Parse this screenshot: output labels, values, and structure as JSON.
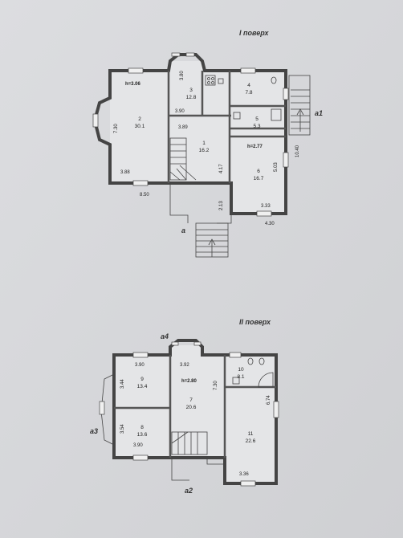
{
  "floors": [
    {
      "title": "I поверх",
      "height": "h=3.06",
      "height2": "h=2.77",
      "rooms": [
        {
          "num": "1",
          "area": "16.2"
        },
        {
          "num": "2",
          "area": "30.1"
        },
        {
          "num": "3",
          "area": "12.8"
        },
        {
          "num": "4",
          "area": "7.8"
        },
        {
          "num": "5",
          "area": "5.3"
        },
        {
          "num": "6",
          "area": "16.7"
        }
      ],
      "dims": [
        "3.80",
        "7.30",
        "3.90",
        "3.89",
        "3.88",
        "8.50",
        "4.17",
        "2.13",
        "5.03",
        "3.33",
        "4.30",
        "10.40"
      ],
      "entrances": [
        "a",
        "a1"
      ]
    },
    {
      "title": "II поверх",
      "height": "h=2.80",
      "rooms": [
        {
          "num": "7",
          "area": "20.6"
        },
        {
          "num": "8",
          "area": "13.6"
        },
        {
          "num": "9",
          "area": "13.4"
        },
        {
          "num": "10",
          "area": "8.1"
        },
        {
          "num": "11",
          "area": "22.6"
        }
      ],
      "dims": [
        "3.90",
        "3.92",
        "3.44",
        "3.54",
        "3.90",
        "7.30",
        "6.74",
        "3.36"
      ],
      "entrances": [
        "a4",
        "a3",
        "a2"
      ]
    }
  ]
}
